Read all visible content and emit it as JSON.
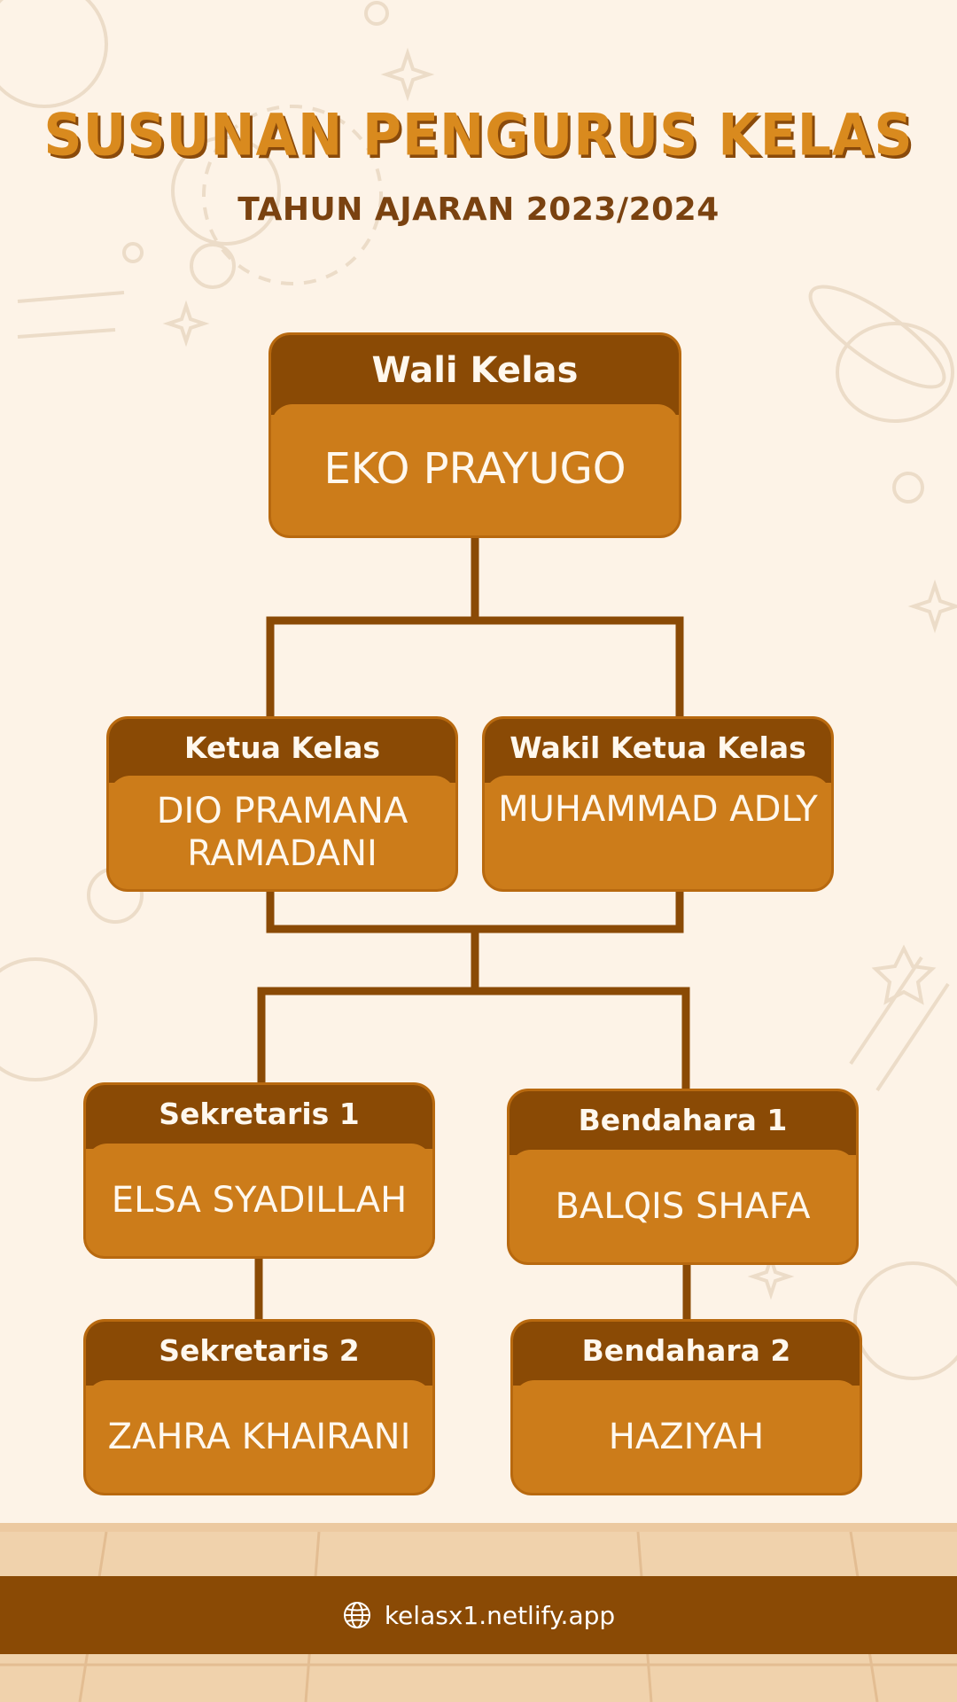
{
  "header": {
    "title": "SUSUNAN PENGURUS KELAS",
    "subtitle": "TAHUN AJARAN 2023/2024"
  },
  "org": {
    "wali": {
      "role": "Wali Kelas",
      "name": "EKO PRAYUGO"
    },
    "ketua": {
      "role": "Ketua Kelas",
      "name": "DIO PRAMANA RAMADANI"
    },
    "wakil": {
      "role": "Wakil Ketua Kelas",
      "name": "MUHAMMAD ADLY"
    },
    "sekretaris1": {
      "role": "Sekretaris 1",
      "name": "ELSA SYADILLAH"
    },
    "bendahara1": {
      "role": "Bendahara 1",
      "name": "BALQIS SHAFA"
    },
    "sekretaris2": {
      "role": "Sekretaris 2",
      "name": "ZAHRA KHAIRANI"
    },
    "bendahara2": {
      "role": "Bendahara 2",
      "name": "HAZIYAH"
    }
  },
  "footer": {
    "url": "kelasx1.netlify.app",
    "icon": "globe-icon"
  },
  "colors": {
    "background": "#fdf3e7",
    "title": "#d98a1e",
    "box_header": "#8a4a05",
    "box_body": "#cc7c1a",
    "connector": "#8a4a05",
    "footer_band": "#8a4a05"
  }
}
